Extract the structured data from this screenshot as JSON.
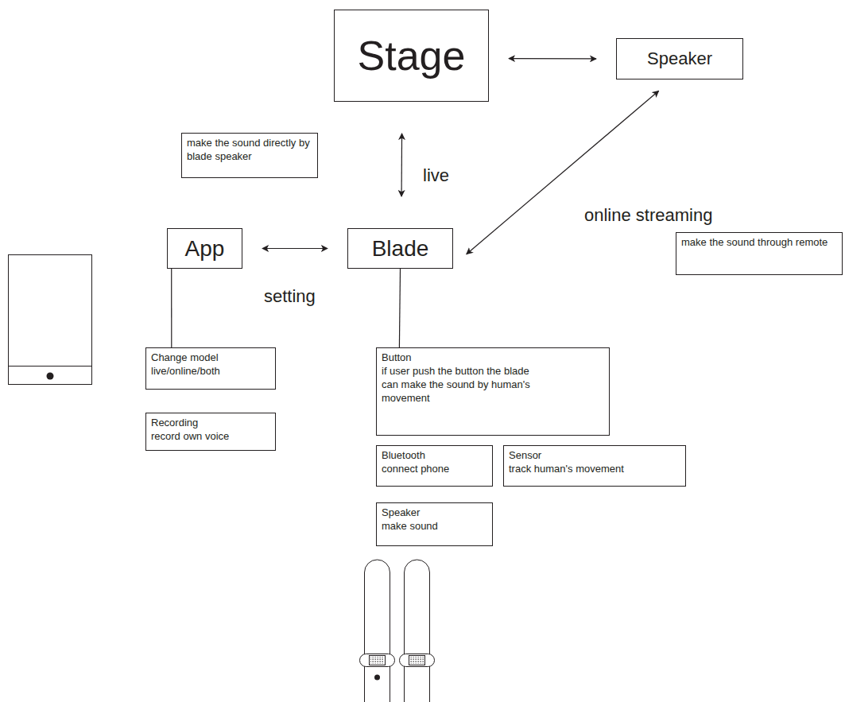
{
  "diagram": {
    "nodes": [
      {
        "text": [
          "Stage"
        ]
      },
      {
        "text": [
          "Speaker"
        ]
      },
      {
        "text": [
          "make the sound directly by blade speaker"
        ]
      },
      {
        "text": [
          "App"
        ]
      },
      {
        "text": [
          "Blade"
        ]
      },
      {
        "text": [
          "make the sound through remote"
        ]
      },
      {
        "text": [
          "Change model",
          "live/online/both"
        ]
      },
      {
        "text": [
          "Recording",
          "record own voice"
        ]
      },
      {
        "text": [
          "Button",
          "if user push the button the blade can make the sound by human's movement"
        ]
      },
      {
        "text": [
          "Bluetooth",
          "connect phone"
        ]
      },
      {
        "text": [
          "Sensor",
          "track human's movement"
        ]
      },
      {
        "text": [
          "Speaker",
          "make sound"
        ]
      }
    ],
    "edges": [
      {
        "from": 0,
        "to": 1,
        "arrow": "both"
      },
      {
        "from": 0,
        "to": 4,
        "label": "live",
        "arrow": "both"
      },
      {
        "from": 4,
        "to": 1,
        "label": "online streaming",
        "arrow": "both"
      },
      {
        "from": 3,
        "to": 4,
        "label": "setting",
        "arrow": "both"
      },
      {
        "from": 3,
        "to": 6,
        "arrow": "none"
      },
      {
        "from": 4,
        "to": 8,
        "arrow": "none"
      }
    ]
  }
}
